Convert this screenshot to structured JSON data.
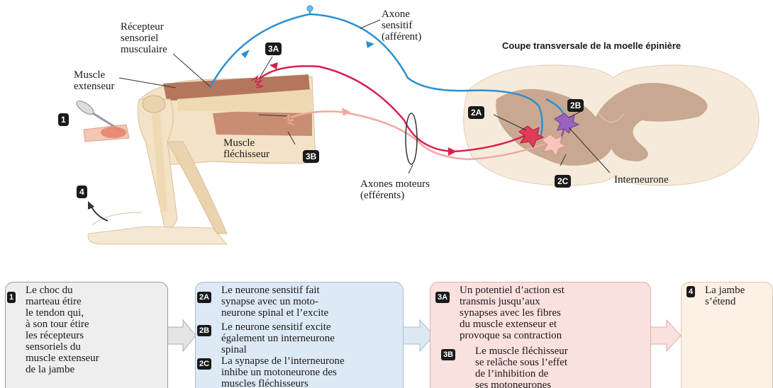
{
  "title": "Coupe transversale de la moelle épinière",
  "labels": {
    "recepteur": "Récepteur\nsensoriel\nmusculaire",
    "axone_sensitif": "Axone\nsensitif\n(afférent)",
    "muscle_extenseur": "Muscle\nextenseur",
    "muscle_flechisseur": "Muscle\nfléchisseur",
    "axones_moteurs": "Axones moteurs\n(efférents)",
    "interneurone": "Interneurone"
  },
  "badges": {
    "b1": "1",
    "b2a": "2A",
    "b2b": "2B",
    "b2c": "2C",
    "b3a": "3A",
    "b3b": "3B",
    "b4": "4"
  },
  "steps": {
    "s1": "Le choc du\nmarteau étire\nle tendon qui,\nà son tour étire\nles récepteurs\nsensoriels du\nmuscle extenseur\nde la jambe",
    "s2a": "Le neurone sensitif fait\nsynapse avec un moto-\nneurone spinal et l’excite",
    "s2b": "Le neurone sensitif excite\négalement un interneurone\nspinal",
    "s2c": "La synapse de l’interneurone\ninhibe un motoneurone des\nmuscles fléchisseurs",
    "s3a": "Un potentiel d’action est\ntransmis jusqu’aux\nsynapses avec les fibres\ndu muscle extenseur et\nprovoque sa contraction",
    "s3b": "Le muscle fléchisseur\nse relâche sous l’effet\nde l’inhibition de\nses motoneurones",
    "s4": "La jambe\ns’étend"
  },
  "colors": {
    "sensory": "#2c8fd0",
    "motor_extensor": "#d6204f",
    "motor_flexor": "#f0a9a0",
    "interneuron": "#8a4fa8",
    "box1": "#eeeeee",
    "box2": "#dde9f5",
    "box3": "#fbe1de",
    "box4": "#fdf0e4",
    "spinal_white": "#f6eadb",
    "spinal_gray": "#c8a891"
  }
}
